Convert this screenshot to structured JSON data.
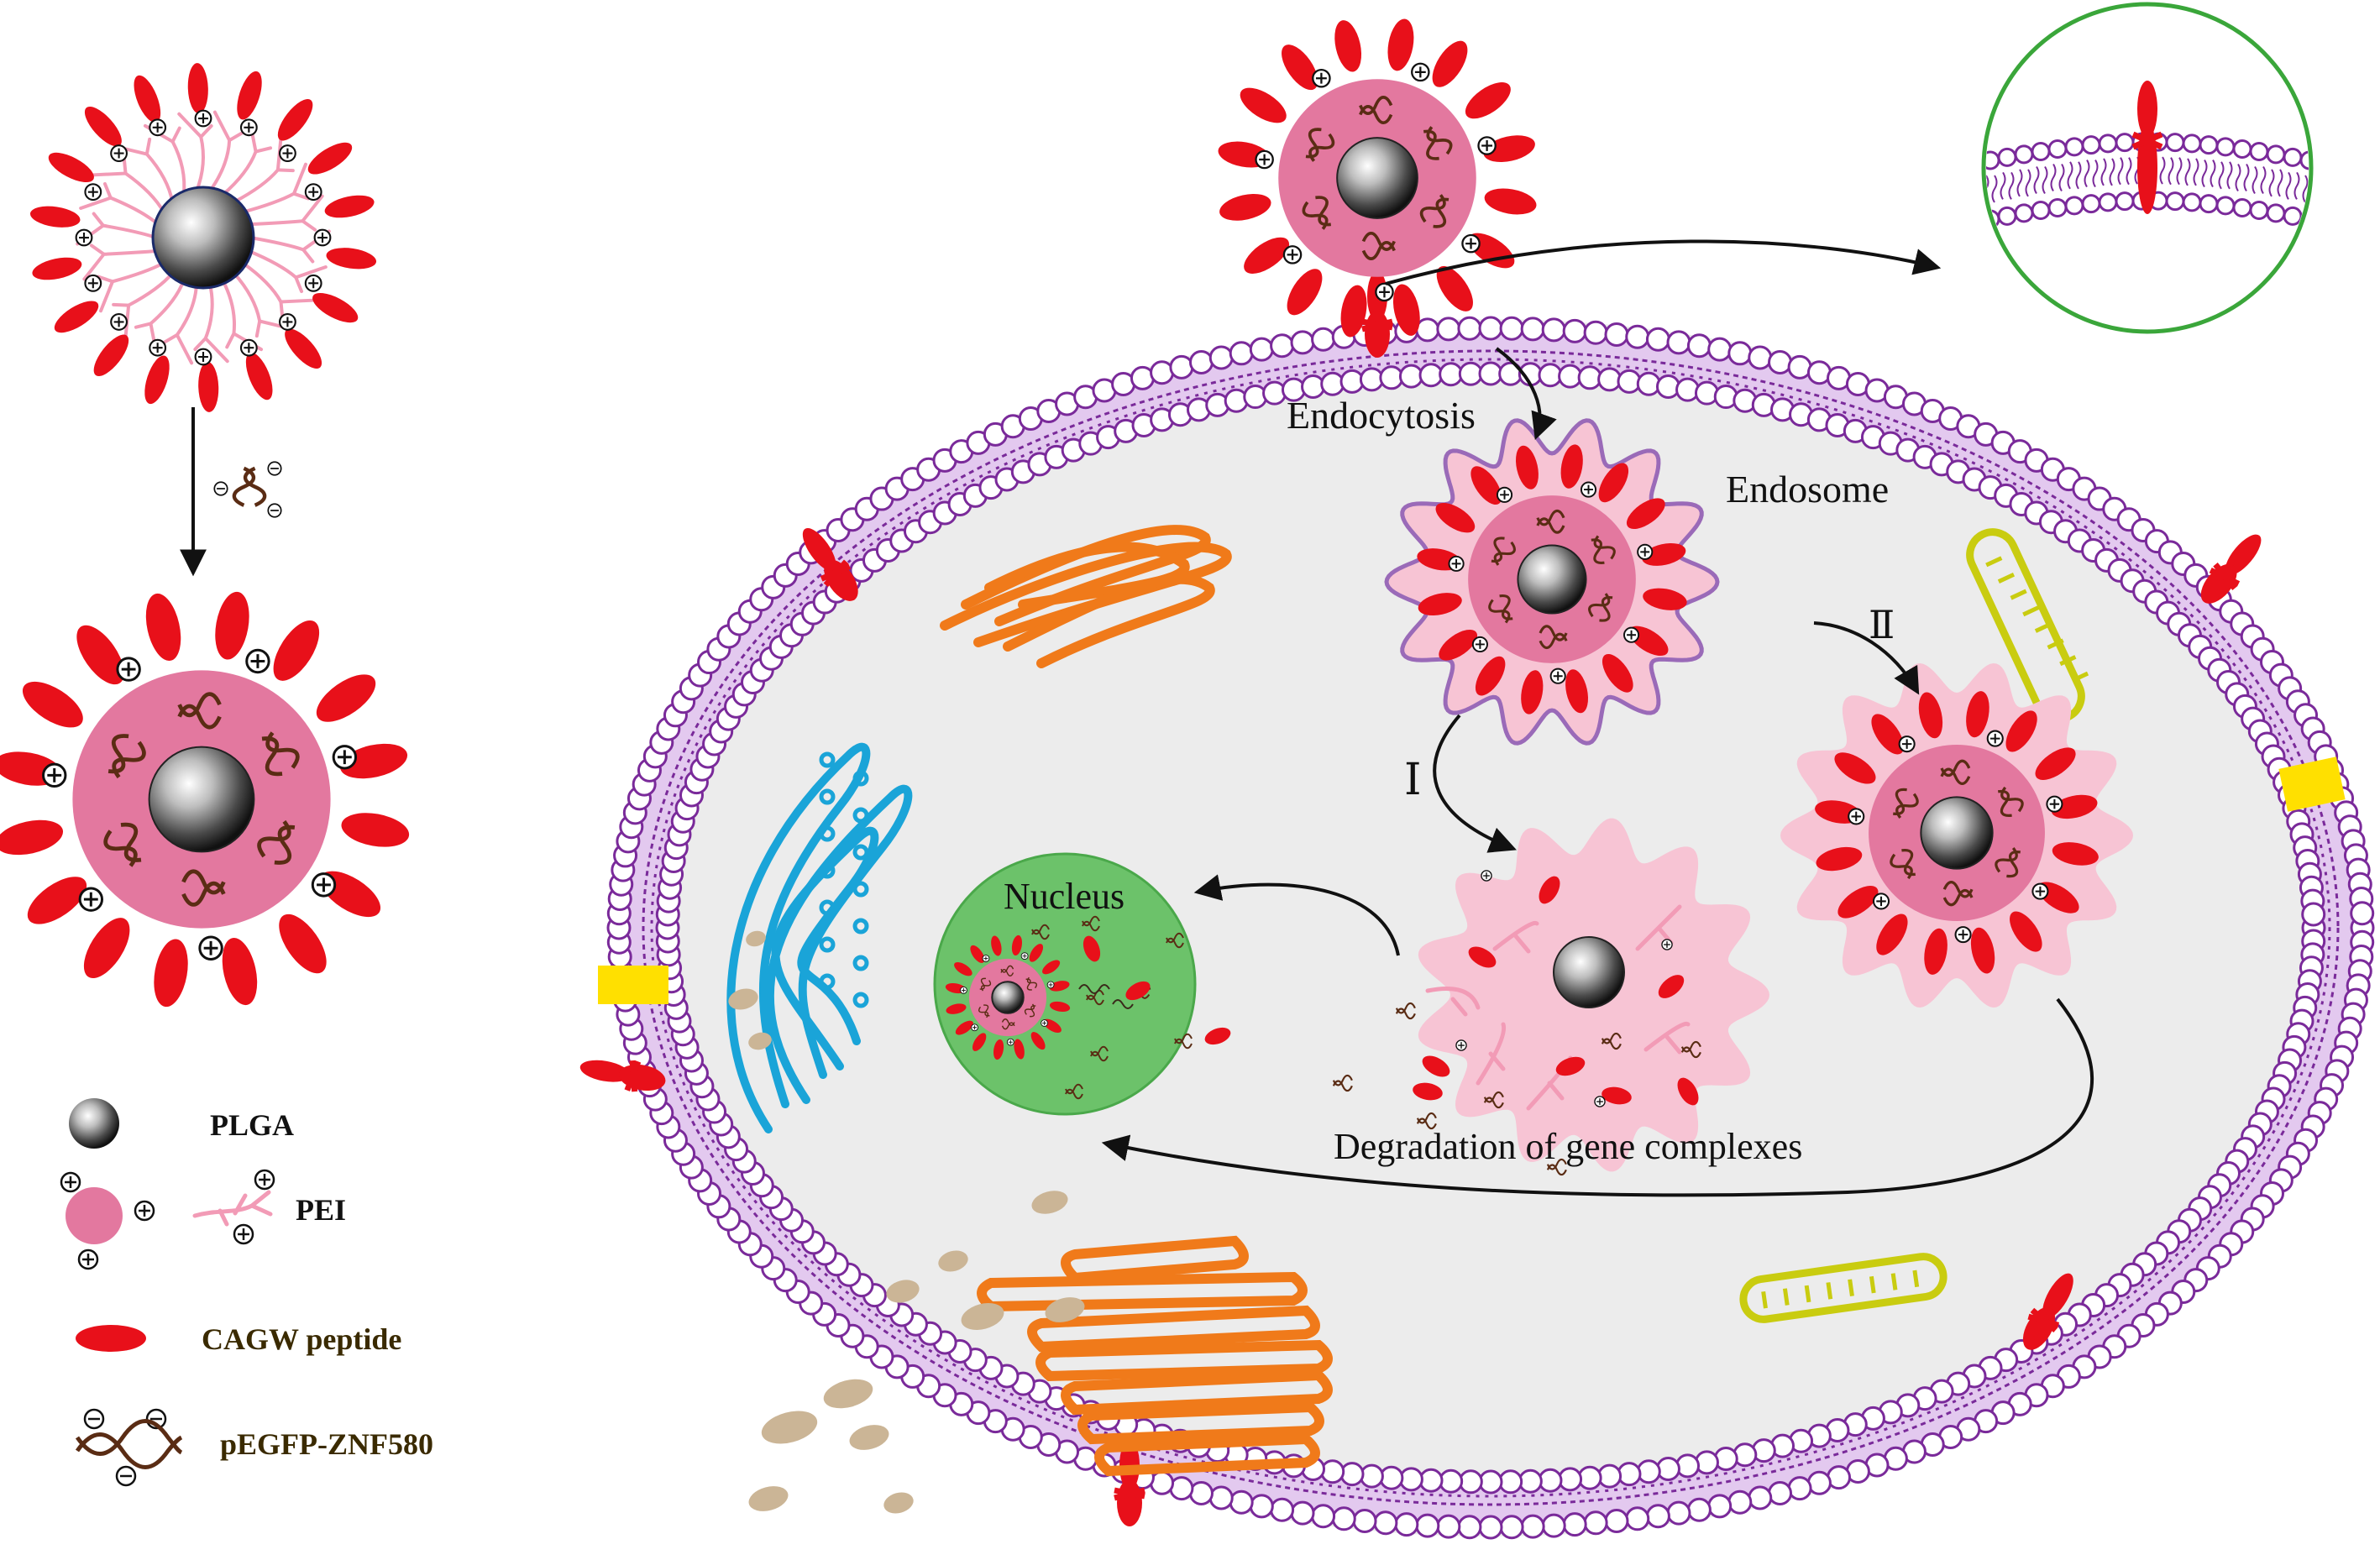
{
  "labels": {
    "endocytosis": "Endocytosis",
    "endosome": "Endosome",
    "pathway_1": "Ⅰ",
    "pathway_2": "Ⅱ",
    "nucleus": "Nucleus",
    "degradation": "Degradation of gene complexes"
  },
  "legend": [
    {
      "key": "plga",
      "label": "PLGA"
    },
    {
      "key": "pei",
      "label": "PEI"
    },
    {
      "key": "peptide",
      "label": "CAGW  peptide"
    },
    {
      "key": "plasmid",
      "label": "pEGFP-ZNF580"
    }
  ],
  "colors": {
    "membrane": "#7a2a9a",
    "cytoplasm": "#ececec",
    "pei_pink": "#e3789f",
    "pei_branch": "#f29bb6",
    "peptide_red": "#e8101a",
    "dna_brown": "#5a2c14",
    "nucleus_green": "#6cc26a",
    "zoom_circle": "#3aa63a",
    "golgi_orange": "#f07a1a",
    "er_blue": "#1aa4d8",
    "mito_yellow": "#c9cc10",
    "channel_yellow": "#ffe000",
    "vesicle_tan": "#cbb596"
  },
  "icons": [
    "positive-charge-icon",
    "negative-charge-icon",
    "arrow-icon"
  ]
}
